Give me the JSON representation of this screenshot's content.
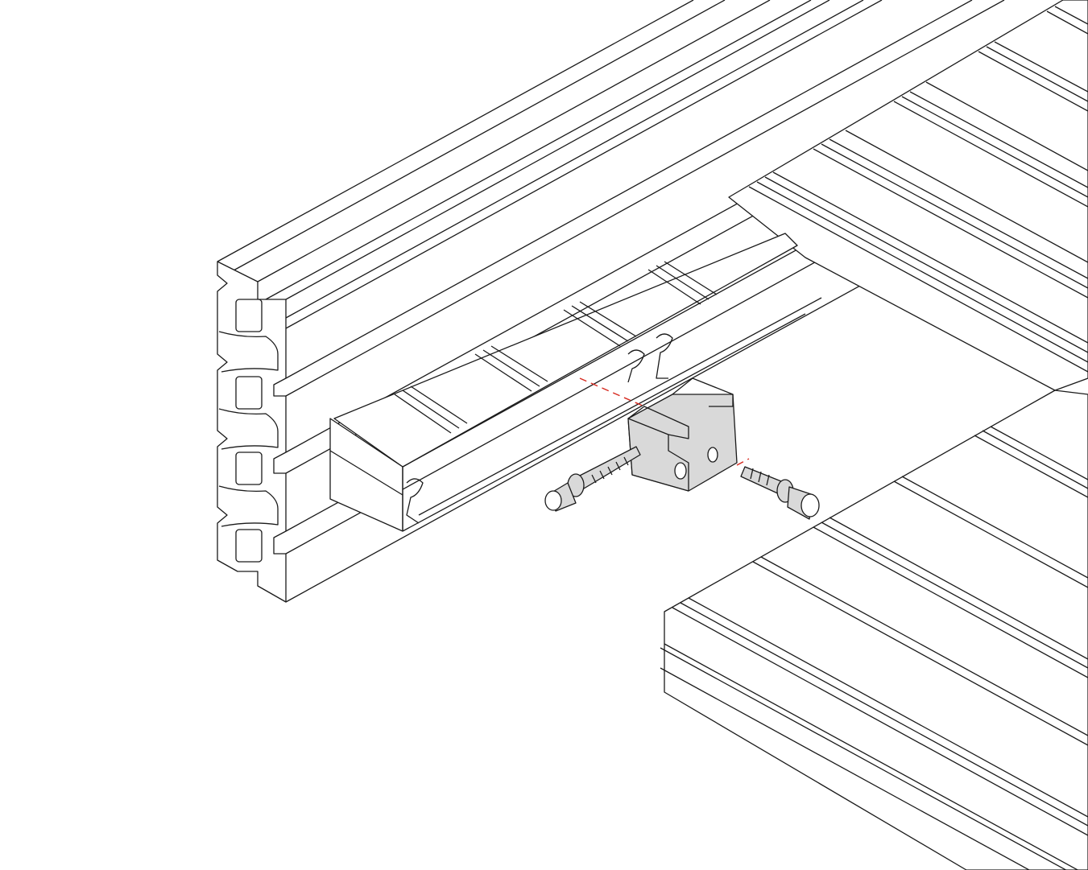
{
  "diagram": {
    "type": "exploded-assembly-line-drawing",
    "colors": {
      "line": "#1a1a1a",
      "background": "#ffffff",
      "connector_fill": "#d9d9d9",
      "assembly_axis": "#d6281e"
    },
    "parts": [
      "aluminium-profile",
      "upper-decking-boards",
      "joist-board",
      "connector-clip",
      "left-screw",
      "right-screw",
      "lower-decking-board"
    ]
  }
}
